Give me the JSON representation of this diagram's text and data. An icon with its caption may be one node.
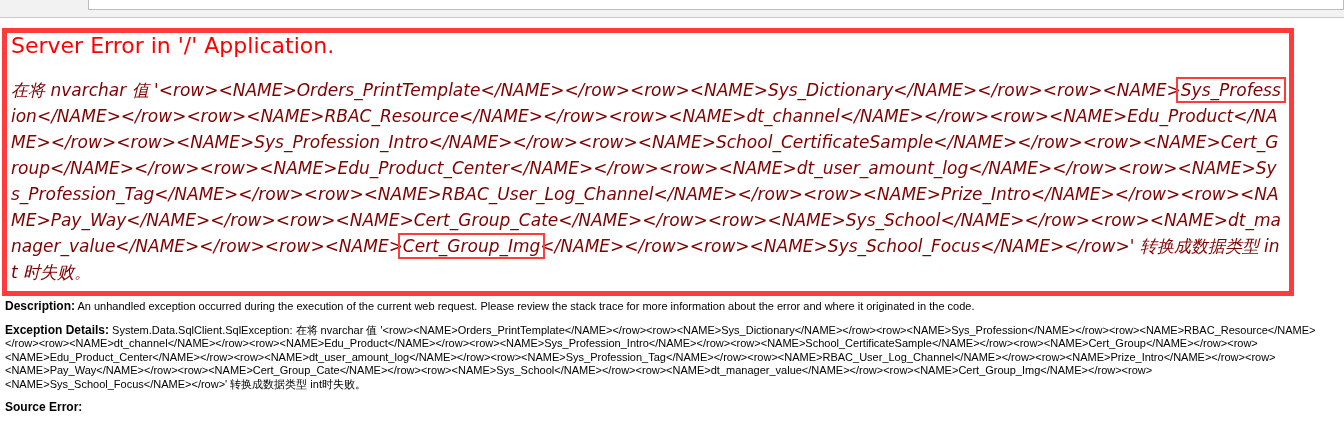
{
  "diagram": {
    "nodes": [
      {
        "text": [
          "Server Error in '/' Application.",
          "在将 nvarchar 值 '<row><NAME>Orders_PrintTemplate</NAME></row><row><NAME>Sys_Dictionary</NAME></row><row><NAME>Sys_Profession</NAME></row><row><NAME>RBAC_Resource</NAME></row><row><NAME>dt_channel</NAME></row><row><NAME>Edu_Product</NAME></row><row><NAME>Sys_Profession_Intro</NAME></row><row><NAME>School_CertificateSample</NAME></row><row><NAME>Cert_Group</NAME></row><row><NAME>Edu_Product_Center</NAME></row><row><NAME>dt_user_amount_log</NAME></row><row><NAME>Sys_Profession_Tag</NAME></row><row><NAME>RBAC_User_Log_Channel</NAME></row><row><NAME>Prize_Intro</NAME></row><row><NAME>Pay_Way</NAME></row><row><NAME>Cert_Group_Cate</NAME></row><row><NAME>Sys_School</NAME></row><row><NAME>dt_manager_value</NAME></row><row><NAME>Cert_Group_Img</NAME></row><row><NAME>Sys_School_Focus</NAME></row>' 转换成数据类型 int 时失败。"
        ]
      },
      {
        "text": [],
        "shape": "box",
        "in": 0
      },
      {
        "text": [],
        "shape": "box",
        "in": 0
      }
    ],
    "labels": [
      "**Description:** An unhandled exception occurred during the execution of the current web request. Please review the stack trace for more information about the error and where it originated in the code.",
      "**Exception Details:** System.Data.SqlClient.SqlException: 在将 nvarchar 值 '<row><NAME>Orders_PrintTemplate</NAME></row><row><NAME>Sys_Dictionary</NAME></row><row><NAME>Sys_Profession</NAME></row><row><NAME>RBAC_Resource</NAME></row><row><NAME>dt_channel</NAME></row><row><NAME>Edu_Product</NAME></row><row><NAME>Sys_Profession_Intro</NAME></row><row><NAME>School_CertificateSample</NAME></row><row><NAME>Cert_Group</NAME></row><row><NAME>Edu_Product_Center</NAME></row><row><NAME>dt_user_amount_log</NAME></row><row><NAME>Sys_Profession_Tag</NAME></row><row><NAME>RBAC_User_Log_Channel</NAME></row><row><NAME>Prize_Intro</NAME></row><row><NAME>Pay_Way</NAME></row><row><NAME>Cert_Group_Cate</NAME></row><row><NAME>Sys_School</NAME></row><row><NAME>dt_manager_value</NAME></row><row><NAME>Cert_Group_Img</NAME></row><row><NAME>Sys_School_Focus</NAME></row>' 转换成数据类型 int时失败。",
      "Source Error:"
    ]
  }
}
